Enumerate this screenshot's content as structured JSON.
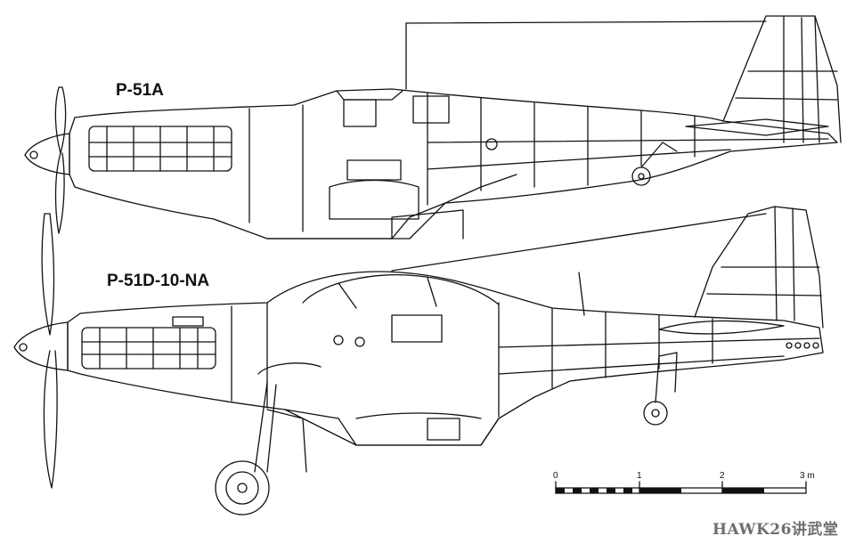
{
  "labels": {
    "p51a": "P-51A",
    "p51d": "P-51D-10-NA"
  },
  "scale_bar": {
    "ticks": [
      "0",
      "1",
      "2",
      "3 m"
    ]
  },
  "watermark": "HAWK26讲武堂"
}
